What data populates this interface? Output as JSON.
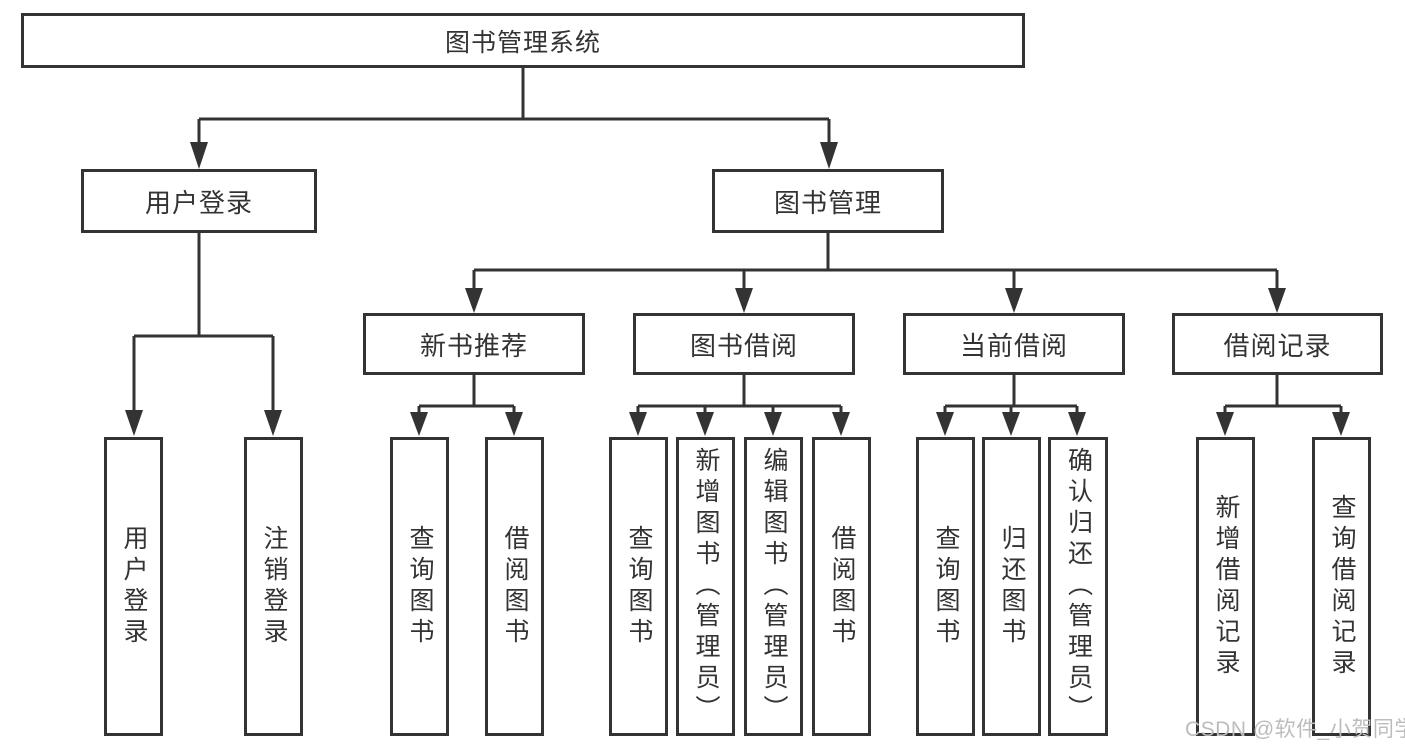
{
  "colors": {
    "line": "#333333",
    "text": "#333333",
    "box_background": "#ffffff",
    "page_background": "#ffffff",
    "watermark": "#bcbcbc"
  },
  "watermark": {
    "text": "CSDN @软件_小贺同学"
  },
  "tree": {
    "label": "图书管理系统",
    "children": [
      {
        "label": "用户登录",
        "children": [
          {
            "label": "用户登录"
          },
          {
            "label": "注销登录"
          }
        ]
      },
      {
        "label": "图书管理",
        "children": [
          {
            "label": "新书推荐",
            "children": [
              {
                "label": "查询图书"
              },
              {
                "label": "借阅图书"
              }
            ]
          },
          {
            "label": "图书借阅",
            "children": [
              {
                "label": "查询图书"
              },
              {
                "label": "新增图书（管理员）"
              },
              {
                "label": "编辑图书（管理员）"
              },
              {
                "label": "借阅图书"
              }
            ]
          },
          {
            "label": "当前借阅",
            "children": [
              {
                "label": "查询图书"
              },
              {
                "label": "归还图书"
              },
              {
                "label": "确认归还（管理员）"
              }
            ]
          },
          {
            "label": "借阅记录",
            "children": [
              {
                "label": "新增借阅记录"
              },
              {
                "label": "查询借阅记录"
              }
            ]
          }
        ]
      }
    ]
  }
}
